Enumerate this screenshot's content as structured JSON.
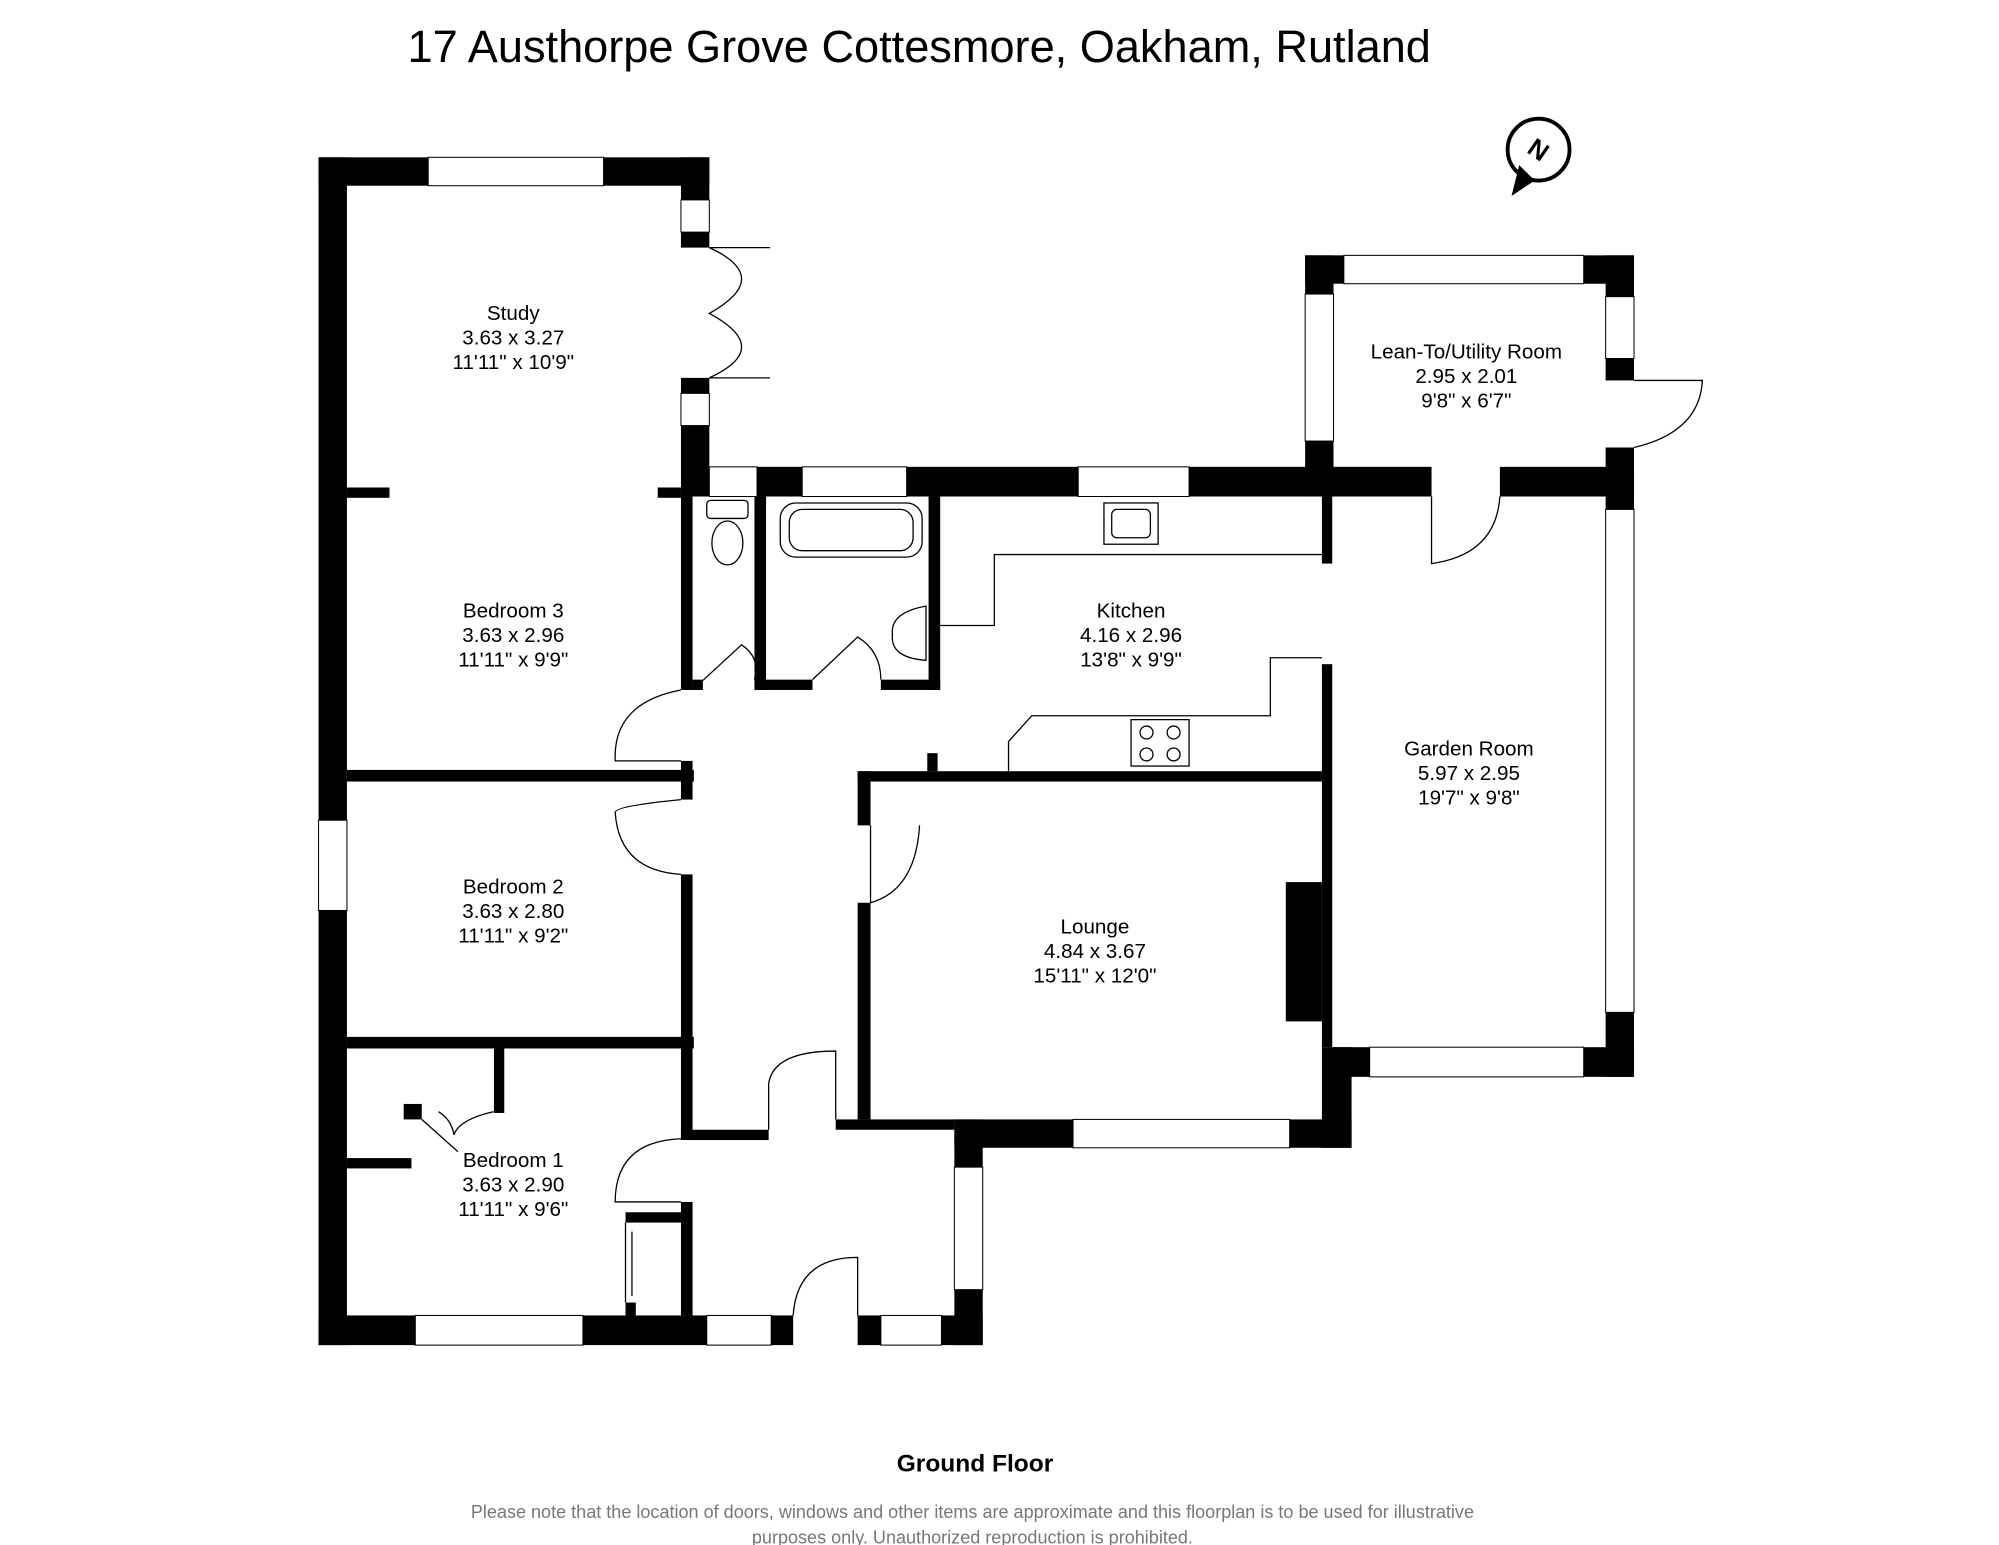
{
  "title": "17 Austhorpe Grove Cottesmore, Oakham, Rutland",
  "compass": {
    "label": "N"
  },
  "rooms": [
    {
      "name": "Study",
      "metric": "3.63 x 3.27",
      "imperial": "11'11\" x 10'9\""
    },
    {
      "name": "Bedroom 3",
      "metric": "3.63 x 2.96",
      "imperial": "11'11\" x 9'9\""
    },
    {
      "name": "Bedroom 2",
      "metric": "3.63 x 2.80",
      "imperial": "11'11\" x 9'2\""
    },
    {
      "name": "Bedroom 1",
      "metric": "3.63 x 2.90",
      "imperial": "11'11\" x 9'6\""
    },
    {
      "name": "Kitchen",
      "metric": "4.16 x 2.96",
      "imperial": "13'8\" x 9'9\""
    },
    {
      "name": "Lounge",
      "metric": "4.84 x 3.67",
      "imperial": "15'11\" x 12'0\""
    },
    {
      "name": "Garden Room",
      "metric": "5.97 x 2.95",
      "imperial": "19'7\" x 9'8\""
    },
    {
      "name": "Lean-To/Utility Room",
      "metric": "2.95 x 2.01",
      "imperial": "9'8\" x 6'7\""
    }
  ],
  "floor_label": "Ground Floor",
  "disclaimer": {
    "line1": "Please note that the location of doors, windows and other items are approximate and this floorplan is to be used for illustrative",
    "line2": "purposes only. Unauthorized reproduction is prohibited."
  }
}
